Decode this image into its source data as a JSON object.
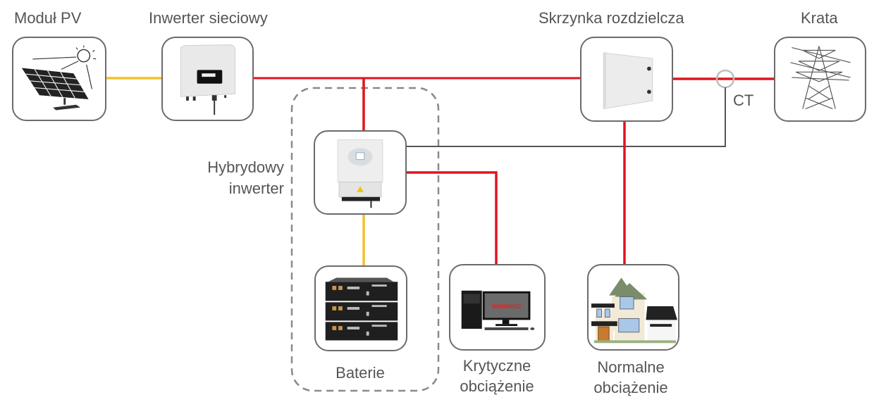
{
  "diagram": {
    "title": "Hybrid inverter system connection diagram",
    "nodes": {
      "pv_module": {
        "label": "Moduł PV",
        "icon": "solar-panel-icon"
      },
      "grid_inverter": {
        "label": "Inwerter sieciowy",
        "icon": "grid-inverter-icon"
      },
      "distribution_box": {
        "label": "Skrzynka rozdzielcza",
        "icon": "distribution-box-icon"
      },
      "grid": {
        "label": "Krata",
        "icon": "power-pylon-icon"
      },
      "hybrid_inverter": {
        "label_line1": "Hybrydowy",
        "label_line2": "inwerter",
        "icon": "hybrid-inverter-icon"
      },
      "batteries": {
        "label": "Baterie",
        "icon": "battery-rack-icon"
      },
      "critical_load": {
        "label_line1": "Krytyczne",
        "label_line2": "obciążenie",
        "icon": "computer-icon",
        "screen_text": "WARNING"
      },
      "normal_load": {
        "label_line1": "Normalne",
        "label_line2": "obciążenie",
        "icon": "house-icon"
      }
    },
    "ct_label": "CT",
    "colors": {
      "ac_line": "#e0141e",
      "dc_line": "#f2c12e",
      "signal_line": "#555555",
      "node_border": "#6b6b6b",
      "dashed_group": "#8a8a8a",
      "ct_ring": "#bdbdbd",
      "label_text": "#555555"
    }
  }
}
